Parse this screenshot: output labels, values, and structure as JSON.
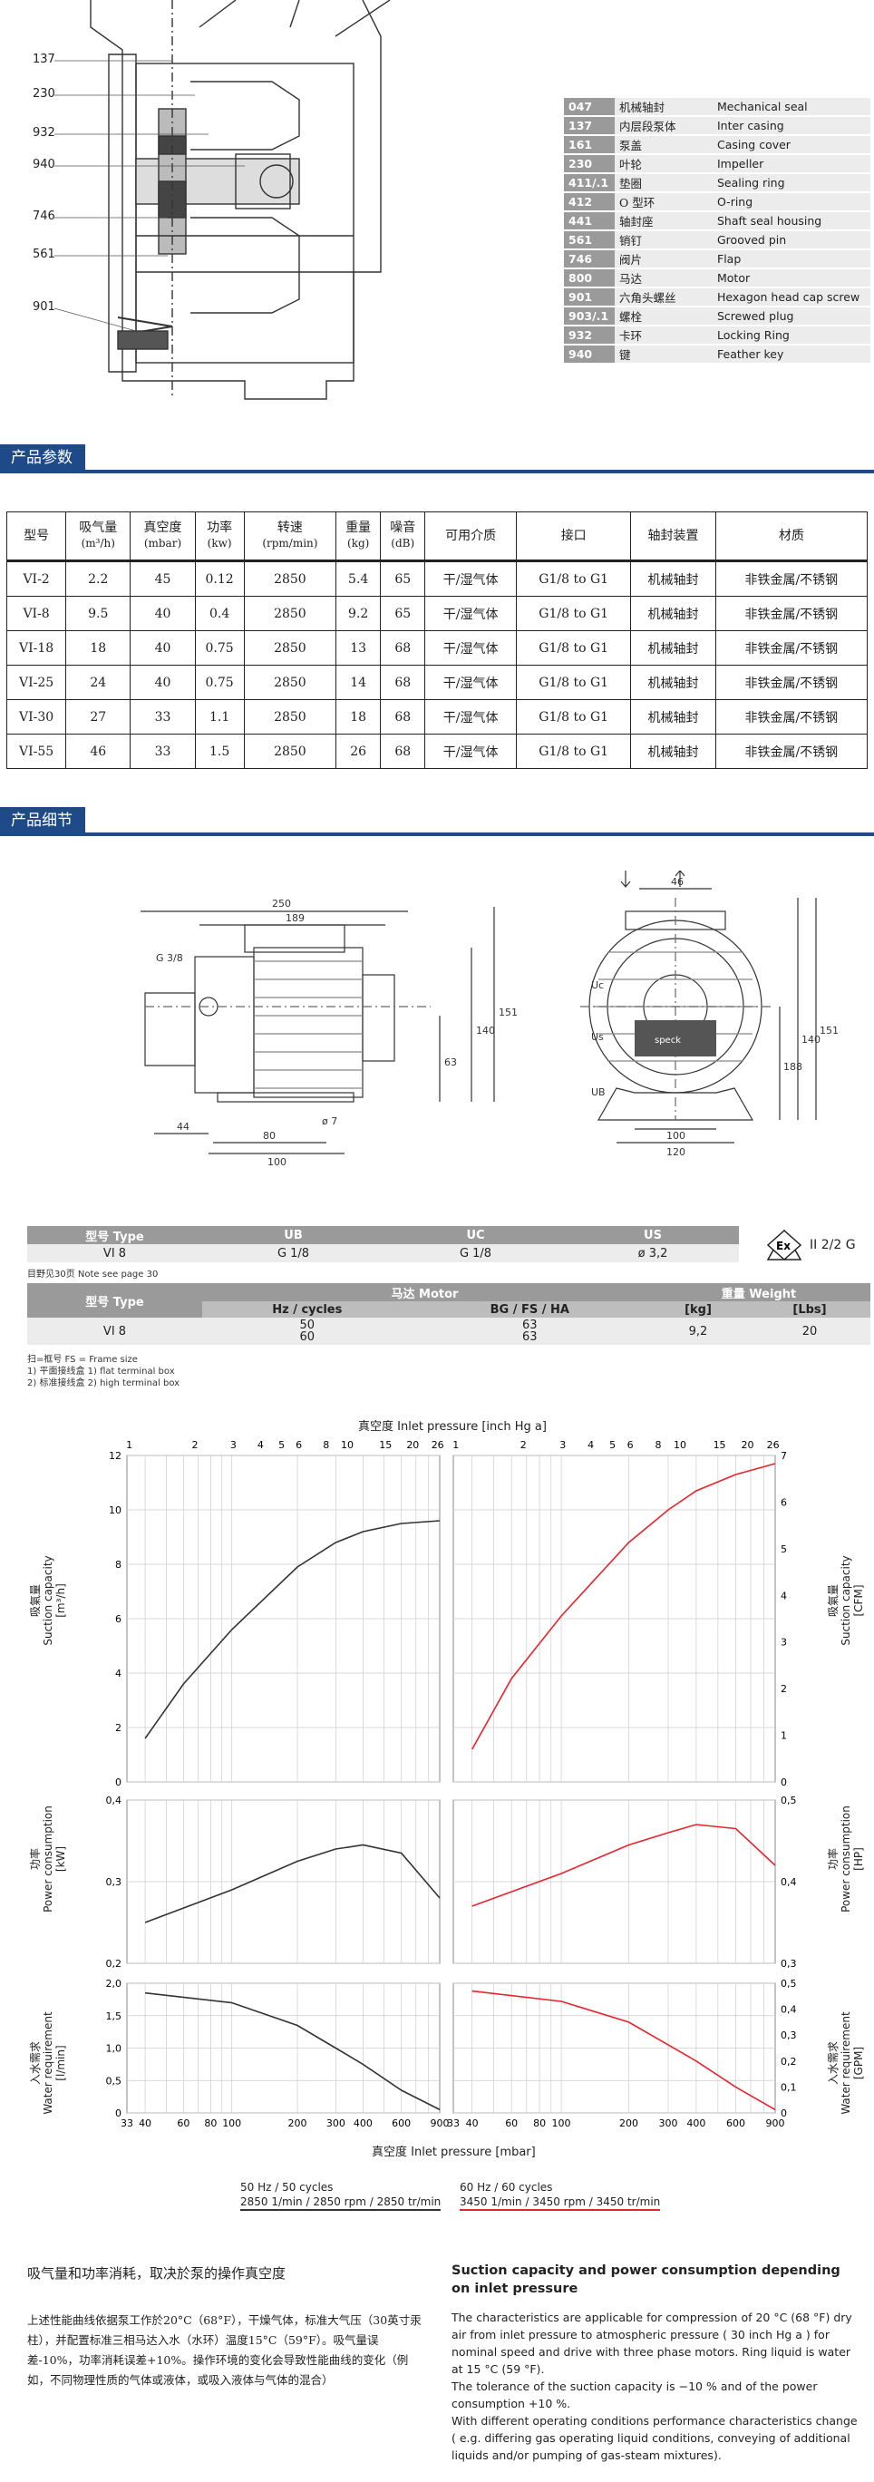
{
  "parts_callouts": [
    "137",
    "230",
    "932",
    "940",
    "746",
    "561",
    "901"
  ],
  "parts": [
    {
      "code": "047",
      "cn": "机械轴封",
      "en": "Mechanical seal"
    },
    {
      "code": "137",
      "cn": "内层段泵体",
      "en": "Inter casing"
    },
    {
      "code": "161",
      "cn": "泵盖",
      "en": "Casing cover"
    },
    {
      "code": "230",
      "cn": "叶轮",
      "en": "Impeller"
    },
    {
      "code": "411/.1",
      "cn": "垫圈",
      "en": "Sealing ring"
    },
    {
      "code": "412",
      "cn": "O 型环",
      "en": "O-ring"
    },
    {
      "code": "441",
      "cn": "轴封座",
      "en": "Shaft seal housing"
    },
    {
      "code": "561",
      "cn": "销钉",
      "en": "Grooved pin"
    },
    {
      "code": "746",
      "cn": "阀片",
      "en": "Flap"
    },
    {
      "code": "800",
      "cn": "马达",
      "en": "Motor"
    },
    {
      "code": "901",
      "cn": "六角头螺丝",
      "en": "Hexagon head cap screw"
    },
    {
      "code": "903/.1",
      "cn": "螺栓",
      "en": "Screwed plug"
    },
    {
      "code": "932",
      "cn": "卡环",
      "en": "Locking Ring"
    },
    {
      "code": "940",
      "cn": "键",
      "en": "Feather key"
    }
  ],
  "section_params": "产品参数",
  "section_details": "产品细节",
  "param_table": {
    "headers": [
      {
        "l1": "型号",
        "l2": ""
      },
      {
        "l1": "吸气量",
        "l2": "(m³/h)"
      },
      {
        "l1": "真空度",
        "l2": "(mbar)"
      },
      {
        "l1": "功率",
        "l2": "(kw)"
      },
      {
        "l1": "转速",
        "l2": "(rpm/min)"
      },
      {
        "l1": "重量",
        "l2": "(kg)"
      },
      {
        "l1": "噪音",
        "l2": "(dB)"
      },
      {
        "l1": "可用介质",
        "l2": ""
      },
      {
        "l1": "接口",
        "l2": ""
      },
      {
        "l1": "轴封装置",
        "l2": ""
      },
      {
        "l1": "材质",
        "l2": ""
      }
    ],
    "rows": [
      [
        "VI-2",
        "2.2",
        "45",
        "0.12",
        "2850",
        "5.4",
        "65",
        "干/湿气体",
        "G1/8 to G1",
        "机械轴封",
        "非铁金属/不锈钢"
      ],
      [
        "VI-8",
        "9.5",
        "40",
        "0.4",
        "2850",
        "9.2",
        "65",
        "干/湿气体",
        "G1/8 to G1",
        "机械轴封",
        "非铁金属/不锈钢"
      ],
      [
        "VI-18",
        "18",
        "40",
        "0.75",
        "2850",
        "13",
        "68",
        "干/湿气体",
        "G1/8 to G1",
        "机械轴封",
        "非铁金属/不锈钢"
      ],
      [
        "VI-25",
        "24",
        "40",
        "0.75",
        "2850",
        "14",
        "68",
        "干/湿气体",
        "G1/8 to G1",
        "机械轴封",
        "非铁金属/不锈钢"
      ],
      [
        "VI-30",
        "27",
        "33",
        "1.1",
        "2850",
        "18",
        "68",
        "干/湿气体",
        "G1/8 to G1",
        "机械轴封",
        "非铁金属/不锈钢"
      ],
      [
        "VI-55",
        "46",
        "33",
        "1.5",
        "2850",
        "26",
        "68",
        "干/湿气体",
        "G1/8 to G1",
        "机械轴封",
        "非铁金属/不锈钢"
      ]
    ]
  },
  "drawing": {
    "dims_side": [
      "250",
      "189",
      "G 3/8",
      "151",
      "140",
      "63",
      "ø 7",
      "44",
      "80",
      "100"
    ],
    "dims_front": [
      "46",
      "Uc",
      "Us",
      "UB",
      "188",
      "140",
      "151",
      "100",
      "120"
    ],
    "brand": "speck"
  },
  "conn_table": {
    "h_model": "型号 Type",
    "h_ub": "UB",
    "h_uc": "UC",
    "h_us": "US",
    "model": "VI 8",
    "ub": "G 1/8",
    "uc": "G 1/8",
    "us": "ø 3,2",
    "note": "目野见30页  Note see page 30"
  },
  "atex": {
    "symbol": "Ex",
    "text": "II 2/2 G"
  },
  "motor_table": {
    "h_model": "型号 Type",
    "h_motor": "马达  Motor",
    "h_hz": "Hz / cycles",
    "h_frame": "BG / FS / HA",
    "h_weight": "重量  Weight",
    "h_kg": "[kg]",
    "h_lbs": "[Lbs]",
    "model": "VI 8",
    "hz": [
      "50",
      "60"
    ],
    "frame": [
      "63",
      "63"
    ],
    "kg": "9,2",
    "lbs": "20"
  },
  "footnotes": [
    "扫=框号    FS = Frame size",
    "1)  平面接线盒  1) flat terminal box",
    "2)  标准接线盒  2) high terminal box"
  ],
  "chart_titles": {
    "top_axis": "真空度  Inlet pressure [inch Hg a]",
    "bottom_axis": "真空度  Inlet pressure [mbar]",
    "left_1": [
      "吸氣量",
      "Suction capacity",
      "[m³/h]"
    ],
    "right_1": [
      "吸氣量",
      "Suction capacity",
      "[CFM]"
    ],
    "left_2": [
      "功率",
      "Power consumption",
      "[kW]"
    ],
    "right_2": [
      "功率",
      "Power consumption",
      "[HP]"
    ],
    "left_3": [
      "入水需求",
      "Water requirement",
      "[l/min]"
    ],
    "right_3": [
      "入水需求",
      "Water requirement",
      "[GPM]"
    ]
  },
  "chart_data": [
    {
      "type": "line",
      "title": "",
      "xlabel": "真空度 Inlet pressure [mbar]",
      "ylabel": "吸氣量 Suction capacity [m³/h]",
      "x_ticks": [
        "33",
        "40",
        "60",
        "80",
        "100",
        "200",
        "300",
        "400",
        "600",
        "900"
      ],
      "x_top_ticks": [
        "1",
        "2",
        "3",
        "4",
        "5",
        "6",
        "8",
        "10",
        "15",
        "20",
        "26"
      ],
      "y_ticks": [
        "0",
        "2",
        "4",
        "6",
        "8",
        "10",
        "12"
      ],
      "y_right_ticks": [
        "0",
        "1",
        "2",
        "3",
        "4",
        "5",
        "6",
        "7"
      ],
      "ylim": [
        0,
        12
      ],
      "series": [
        {
          "name": "50 Hz",
          "color": "#333333",
          "x": [
            40,
            60,
            100,
            200,
            300,
            400,
            600,
            900
          ],
          "y": [
            1.6,
            3.6,
            5.6,
            7.9,
            8.8,
            9.2,
            9.5,
            9.6
          ]
        },
        {
          "name": "60 Hz",
          "color": "#e8232a",
          "x": [
            40,
            60,
            100,
            200,
            300,
            400,
            600,
            900
          ],
          "y": [
            1.2,
            3.8,
            6.1,
            8.8,
            10.0,
            10.7,
            11.3,
            11.7
          ]
        }
      ]
    },
    {
      "type": "line",
      "title": "",
      "ylabel": "功率 Power consumption [kW]",
      "y_ticks": [
        "0,2",
        "0,3",
        "0,4"
      ],
      "y_right_ticks": [
        "0,3",
        "0,4",
        "0,5"
      ],
      "ylim": [
        0.2,
        0.4
      ],
      "series": [
        {
          "name": "50 Hz",
          "color": "#333333",
          "x": [
            40,
            100,
            200,
            300,
            400,
            600,
            900
          ],
          "y": [
            0.25,
            0.29,
            0.325,
            0.34,
            0.345,
            0.335,
            0.28
          ]
        },
        {
          "name": "60 Hz",
          "color": "#e8232a",
          "x": [
            40,
            100,
            200,
            300,
            400,
            600,
            900
          ],
          "y": [
            0.27,
            0.31,
            0.345,
            0.36,
            0.37,
            0.365,
            0.32
          ]
        }
      ]
    },
    {
      "type": "line",
      "title": "",
      "ylabel": "入水需求 Water requirement [l/min]",
      "y_ticks": [
        "0",
        "0,5",
        "1,0",
        "1,5",
        "2,0"
      ],
      "y_right_ticks": [
        "0",
        "0,1",
        "0,2",
        "0,3",
        "0,4",
        "0,5"
      ],
      "ylim": [
        0,
        2
      ],
      "series": [
        {
          "name": "50 Hz",
          "color": "#333333",
          "x": [
            40,
            100,
            200,
            300,
            400,
            600,
            900
          ],
          "y": [
            1.85,
            1.7,
            1.35,
            1.0,
            0.75,
            0.35,
            0.05
          ]
        },
        {
          "name": "60 Hz",
          "color": "#e8232a",
          "x": [
            40,
            100,
            200,
            300,
            400,
            600,
            900
          ],
          "y": [
            1.88,
            1.72,
            1.4,
            1.05,
            0.8,
            0.4,
            0.05
          ]
        }
      ]
    }
  ],
  "legend": {
    "l50_title": "50 Hz / 50 cycles",
    "l50_speed": "2850 1/min / 2850 rpm / 2850 tr/min",
    "l60_title": "60 Hz / 60 cycles",
    "l60_speed": "3450 1/min / 3450 rpm / 3450 tr/min"
  },
  "bottom_cn": {
    "title": "吸气量和功率消耗，取决於泵的操作真空度",
    "body": "上述性能曲线依据泵工作於20°C（68°F），干燥气体，标准大气压（30英寸汞柱），并配置标准三相马达入水（水环）温度15°C（59°F）。吸气量误差-10%，功率消耗误差+10%。操作环境的变化会导致性能曲线的变化（例如，不同物理性质的气体或液体，或吸入液体与气体的混合）"
  },
  "bottom_en": {
    "title": "Suction capacity and power consumption depending on inlet pressure",
    "p1": "The characteristics are applicable for compression of 20 °C (68 °F) dry air from inlet pressure to atmospheric pressure ( 30 inch Hg a ) for nominal speed and drive with three phase motors. Ring liquid is water at 15 °C (59 °F).",
    "p2": "The tolerance of the suction capacity is −10 % and of the power consumption +10 %.",
    "p3": "With different operating conditions performance characteristics change ( e.g. differing gas operating liquid conditions, conveying of additional liquids and/or pumping of gas-steam mixtures)."
  }
}
